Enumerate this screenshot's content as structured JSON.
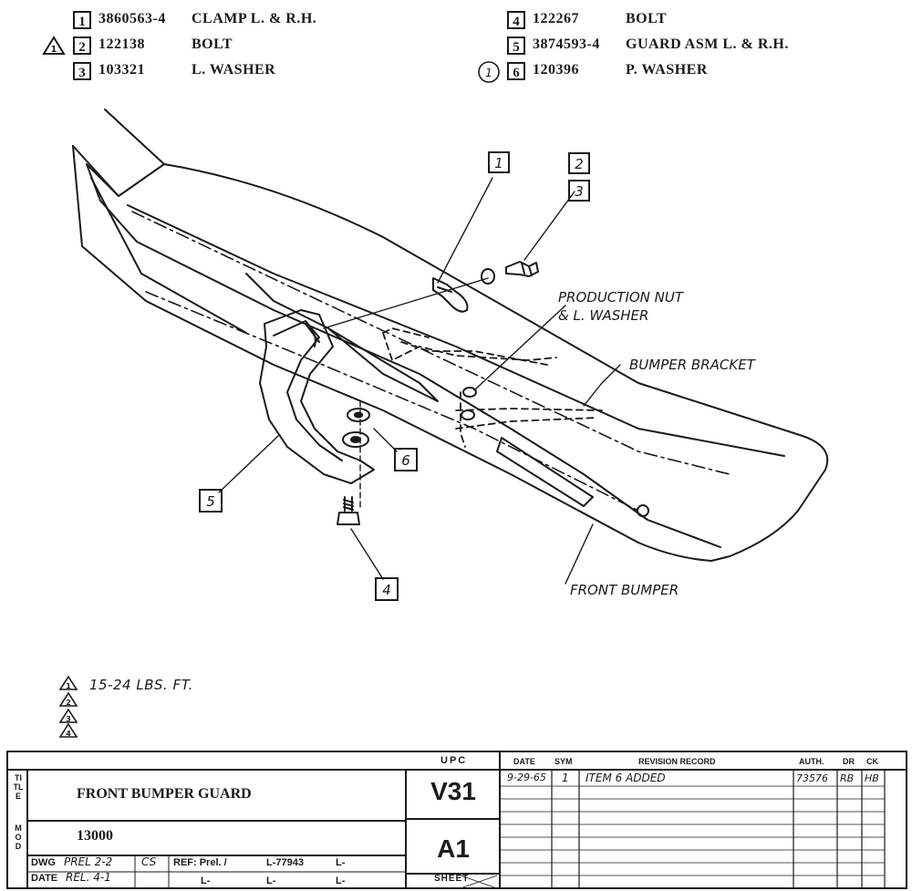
{
  "parts_list": [
    {
      "num": "1",
      "part": "3860563-4",
      "desc": "CLAMP L. & R.H.",
      "flag": "triangle-none"
    },
    {
      "num": "2",
      "part": "122138",
      "desc": "BOLT",
      "flag": "1"
    },
    {
      "num": "3",
      "part": "103321",
      "desc": "L. WASHER",
      "flag": ""
    },
    {
      "num": "4",
      "part": "122267",
      "desc": "BOLT",
      "flag": ""
    },
    {
      "num": "5",
      "part": "3874593-4",
      "desc": "GUARD ASM L. & R.H.",
      "flag": ""
    },
    {
      "num": "6",
      "part": "120396",
      "desc": "P. WASHER",
      "flag": "1"
    }
  ],
  "callouts": {
    "c1": "1",
    "c2": "2",
    "c3": "3",
    "c4": "4",
    "c5": "5",
    "c6": "6"
  },
  "labels": {
    "production_nut_1": "PRODUCTION NUT",
    "production_nut_2": "& L. WASHER",
    "bumper_bracket": "BUMPER BRACKET",
    "front_bumper": "FRONT BUMPER"
  },
  "notes": {
    "torque_flag": "1",
    "torque": "15-24 LBS. FT.",
    "flag2": "2",
    "flag3": "3",
    "flag4": "4"
  },
  "title_block": {
    "title_label": "TITLE",
    "title": "FRONT BUMPER GUARD",
    "mod_label": "MOD",
    "mod": "13000",
    "upc_label": "UPC",
    "upc": "V31",
    "group": "A1",
    "dwg_label": "DWG",
    "dwg_prel": "PREL 2-2",
    "dwg_init": "CS",
    "date_label": "DATE",
    "date_rel": "REL. 4-1",
    "ref_label": "REF: Prel. /",
    "ref_num": "L-77943",
    "ref_l1": "L-",
    "ref_l2": "L-",
    "ref_l3": "L-",
    "ref_l4": "L-",
    "sheet_label": "SHEET",
    "rev_headers": {
      "date": "DATE",
      "sym": "SYM",
      "record": "REVISION RECORD",
      "auth": "AUTH.",
      "dr": "DR",
      "ck": "CK"
    },
    "revisions": [
      {
        "date": "9-29-65",
        "sym": "1",
        "record": "ITEM 6 ADDED",
        "auth": "73576",
        "dr": "RB",
        "ck": "HB"
      }
    ]
  }
}
